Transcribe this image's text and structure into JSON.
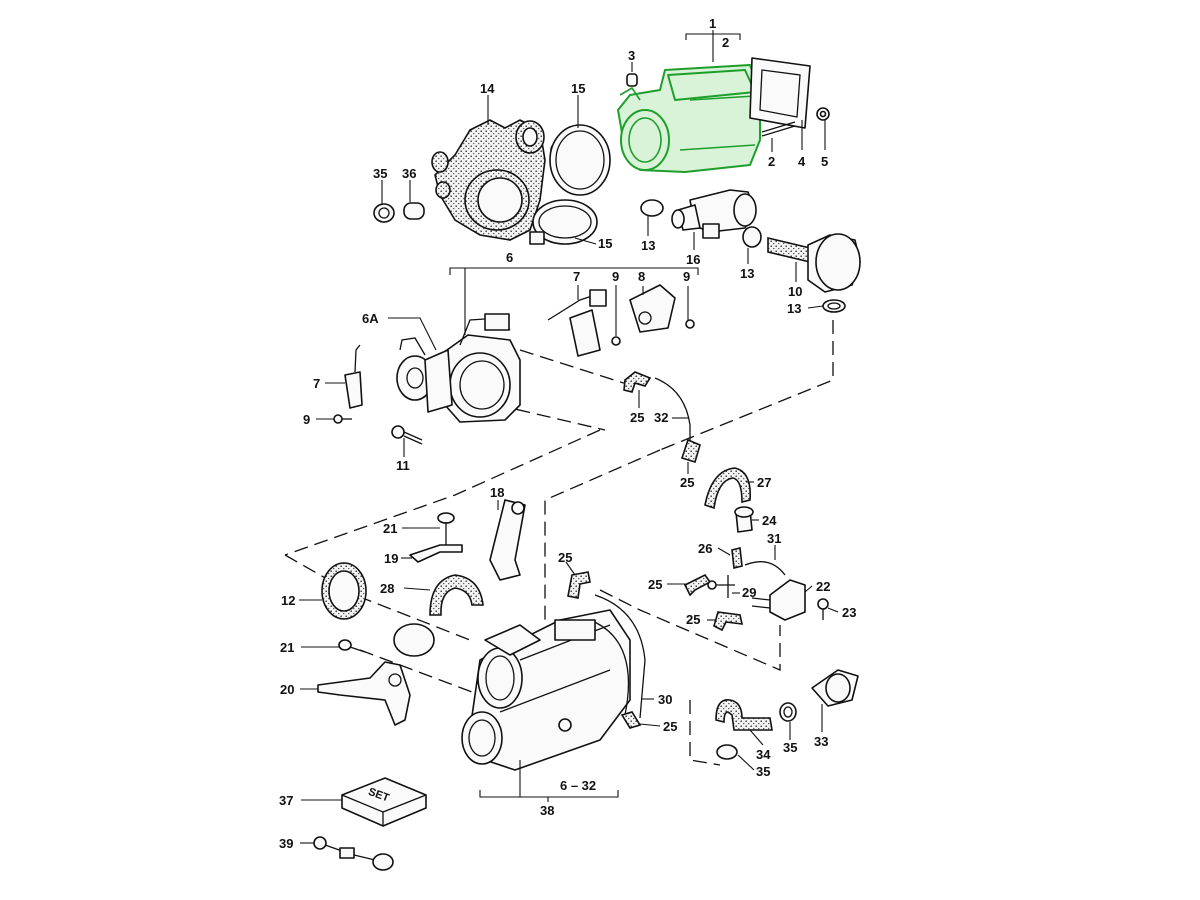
{
  "diagram": {
    "labels": [
      "1",
      "2",
      "3",
      "2",
      "4",
      "5",
      "14",
      "15",
      "35",
      "36",
      "15",
      "13",
      "16",
      "13",
      "10",
      "13",
      "6",
      "6A",
      "7",
      "9",
      "8",
      "9",
      "7",
      "9",
      "11",
      "25",
      "32",
      "25",
      "27",
      "24",
      "18",
      "21",
      "19",
      "25",
      "26",
      "31",
      "22",
      "28",
      "12",
      "25",
      "29",
      "23",
      "25",
      "21",
      "20",
      "30",
      "25",
      "34",
      "35",
      "33",
      "35",
      "37",
      "6 – 32",
      "38",
      "39"
    ],
    "set_label": "SET",
    "highlight_color": "#1e9e2a"
  }
}
